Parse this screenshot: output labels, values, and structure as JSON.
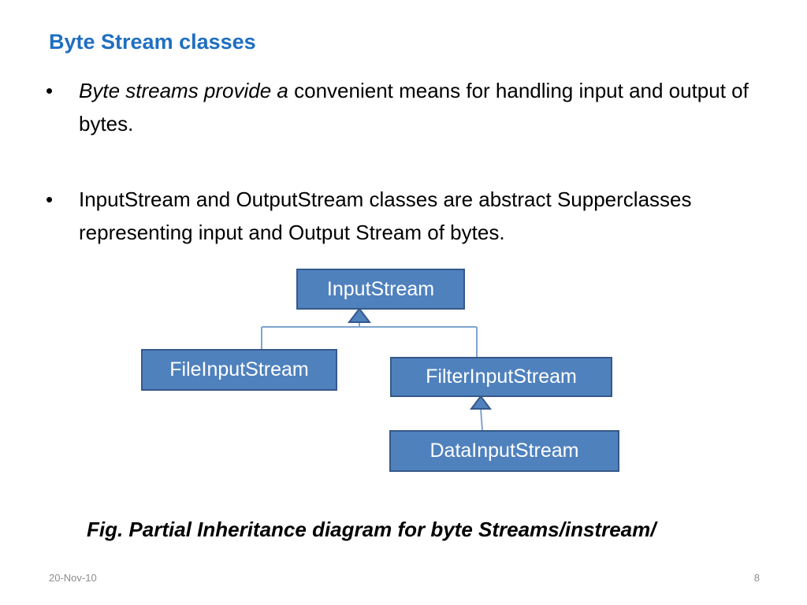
{
  "slide": {
    "title": "Byte Stream classes",
    "bullets": [
      {
        "marker": "•",
        "italic_part": "Byte streams provide a",
        "text": " convenient means for handling input and output of bytes."
      },
      {
        "marker": "•",
        "italic_part": "",
        "text": "InputStream and OutputStream classes are abstract Supperclasses representing input and Output Stream of bytes."
      }
    ],
    "caption": "Fig. Partial Inheritance diagram for byte Streams/instream/"
  },
  "diagram": {
    "nodes": {
      "input_stream": "InputStream",
      "file_input_stream": "FileInputStream",
      "filter_input_stream": "FilterInputStream",
      "data_input_stream": "DataInputStream"
    },
    "relationships": [
      {
        "child": "FileInputStream",
        "parent": "InputStream",
        "type": "inherits"
      },
      {
        "child": "FilterInputStream",
        "parent": "InputStream",
        "type": "inherits"
      },
      {
        "child": "DataInputStream",
        "parent": "FilterInputStream",
        "type": "inherits"
      }
    ],
    "colors": {
      "node_fill": "#4f81bd",
      "node_border": "#35598a",
      "connector": "#7fa5cf",
      "arrow_fill": "#4f81bd"
    }
  },
  "footer": {
    "date": "20-Nov-10",
    "page": "8"
  }
}
